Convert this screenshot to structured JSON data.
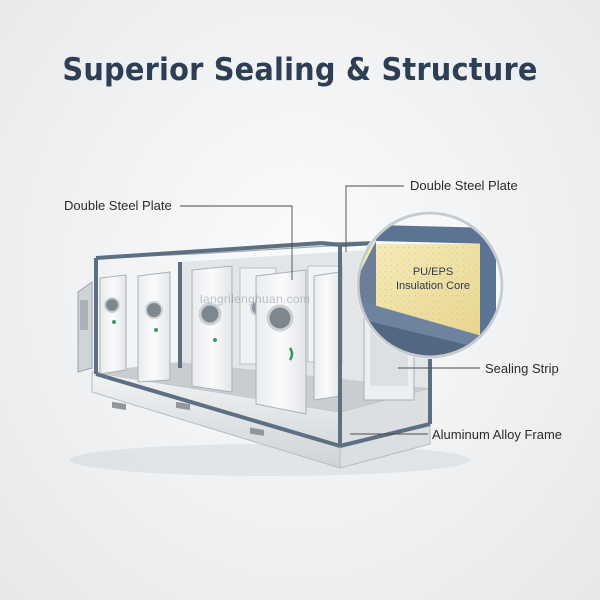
{
  "title": "Superior Sealing & Structure",
  "callouts": {
    "double_steel_plate_left": "Double Steel Plate",
    "double_steel_plate_right": "Double Steel Plate",
    "sealing_strip": "Sealing Strip",
    "aluminum_frame": "Aluminum Alloy Frame"
  },
  "inset": {
    "line1": "PU/EPS",
    "line2": "Insulation Core"
  },
  "watermark": "langrilenghuan.com",
  "colors": {
    "title": "#2e3f55",
    "frame": "#5d6f82",
    "insulation": "#f2e4a6",
    "panel": "#f4f5f6"
  }
}
